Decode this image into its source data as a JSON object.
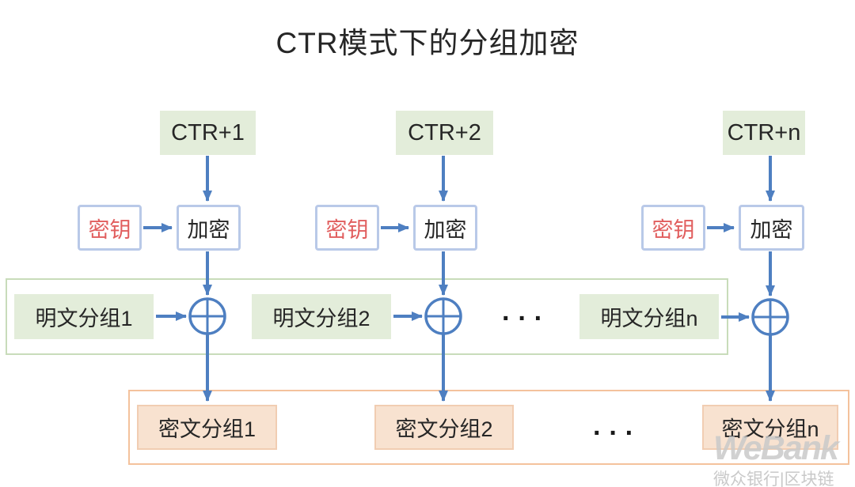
{
  "title": "CTR模式下的分组加密",
  "columns": [
    {
      "ctr": "CTR+1",
      "key": "密钥",
      "encrypt": "加密",
      "plaintext": "明文分组1",
      "ciphertext": "密文分组1"
    },
    {
      "ctr": "CTR+2",
      "key": "密钥",
      "encrypt": "加密",
      "plaintext": "明文分组2",
      "ciphertext": "密文分组2"
    },
    {
      "ctr": "CTR+n",
      "key": "密钥",
      "encrypt": "加密",
      "plaintext": "明文分组n",
      "ciphertext": "密文分组n"
    }
  ],
  "ellipsis_plain": "···",
  "ellipsis_cipher": "···",
  "watermark": {
    "logo": "WeBank",
    "subtitle": "微众银行|区块链"
  },
  "colors": {
    "arrow": "#4e7fc1",
    "blue_border": "#b9c9e8",
    "green_fill": "#e3edda",
    "green_border": "#c8dcba",
    "peach_fill": "#f8e2d0",
    "peach_border": "#f1cdb2",
    "orange_border": "#f4c29c",
    "key_red": "#e15e5e",
    "ink": "#262626"
  }
}
